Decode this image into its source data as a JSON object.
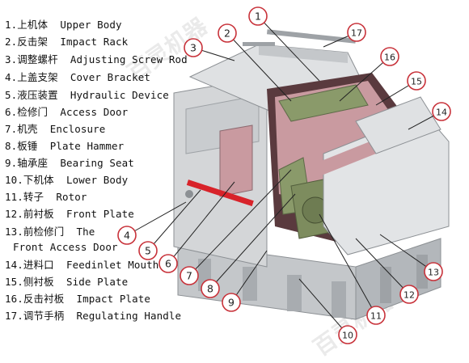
{
  "legend": [
    {
      "num": "1.",
      "cn": "上机体",
      "en": "Upper Body"
    },
    {
      "num": "2.",
      "cn": "反击架",
      "en": "Impact Rack"
    },
    {
      "num": "3.",
      "cn": "调整螺杆",
      "en": "Adjusting Screw Rod"
    },
    {
      "num": "4.",
      "cn": "上盖支架",
      "en": "Cover Bracket"
    },
    {
      "num": "5.",
      "cn": "液压装置",
      "en": "Hydraulic Device"
    },
    {
      "num": "6.",
      "cn": "检修门",
      "en": "Access Door"
    },
    {
      "num": "7.",
      "cn": "机壳",
      "en": "Enclosure"
    },
    {
      "num": "8.",
      "cn": "板锤",
      "en": "Plate Hammer"
    },
    {
      "num": "9.",
      "cn": "轴承座",
      "en": "Bearing Seat"
    },
    {
      "num": "10.",
      "cn": "下机体",
      "en": "Lower Body"
    },
    {
      "num": "11.",
      "cn": "转子",
      "en": "Rotor"
    },
    {
      "num": "12.",
      "cn": "前衬板",
      "en": "Front Plate"
    },
    {
      "num": "13.",
      "cn": "前检修门",
      "en": "The"
    },
    {
      "num": "",
      "cn": "",
      "en": "Front Access Door"
    },
    {
      "num": "14.",
      "cn": "进料口",
      "en": "Feedinlet Mouth"
    },
    {
      "num": "15.",
      "cn": "侧衬板",
      "en": "Side Plate"
    },
    {
      "num": "16.",
      "cn": "反击衬板",
      "en": "Impact Plate"
    },
    {
      "num": "17.",
      "cn": "调节手柄",
      "en": "Regulating Handle"
    }
  ],
  "callouts": [
    "1",
    "2",
    "3",
    "4",
    "5",
    "6",
    "7",
    "8",
    "9",
    "10",
    "11",
    "12",
    "13",
    "14",
    "15",
    "16",
    "17"
  ],
  "colors": {
    "callout_red": "#c8323a",
    "machine_gray": "#d4d6d8",
    "liner_pink": "#c99aa0",
    "rotor_green": "#8a9a6a",
    "hydraulic_red": "#d8232a"
  },
  "watermark": "百灵机器"
}
